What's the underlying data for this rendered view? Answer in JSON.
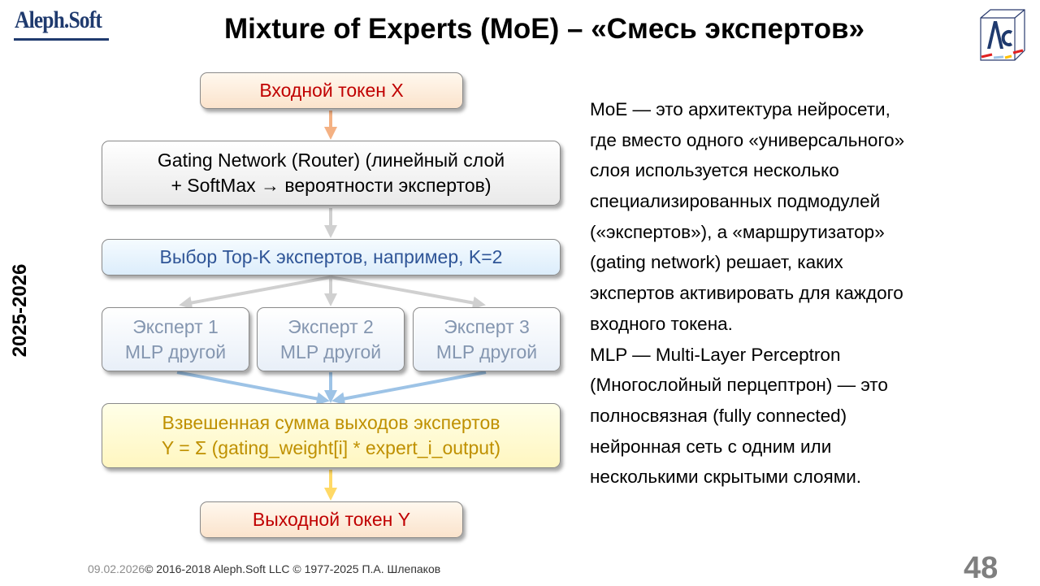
{
  "header": {
    "logo_text": "Aleph.Soft",
    "title": "Mixture of Experts (MoE) – «Смесь экспертов»",
    "corner_logo_text": "Ac"
  },
  "side_label": "2025-2026",
  "diagram": {
    "input": "Входной токен X",
    "gating_line1": "Gating Network (Router) (линейный слой",
    "gating_line2": "+ SoftMax → вероятности экспертов)",
    "topk": "Выбор Top-K экспертов, например, K=2",
    "experts": [
      {
        "name": "Эксперт 1",
        "type": "MLP другой"
      },
      {
        "name": "Эксперт 2",
        "type": "MLP другой"
      },
      {
        "name": "Эксперт 3",
        "type": "MLP другой"
      }
    ],
    "sum_line1": "Взвешенная сумма выходов экспертов",
    "sum_line2": "Y = Σ (gating_weight[i] * expert_i_output)",
    "output": "Выходной токен Y"
  },
  "description": [
    "MoE — это архитектура нейросети,",
    "где вместо одного «универсального»",
    "слоя используется несколько",
    "специализированных подмодулей",
    "(«экспертов»), а «маршрутизатор»",
    "(gating network) решает, каких",
    "экспертов активировать для каждого",
    "входного токена.",
    "MLP — Multi-Layer Perceptron",
    "(Многослойный перцептрон) — это",
    "полносвязная (fully connected)",
    "нейронная сеть с одним или",
    "несколькими скрытыми слоями."
  ],
  "footer": {
    "date": "09.02.2026",
    "copyright": "© 2016-2018 Aleph.Soft LLC © 1977-2025 П.А. Шлепаков"
  },
  "page_number": "48",
  "colors": {
    "brand": "#1f3a6e",
    "red": "#c00000",
    "blue": "#2f5597",
    "gold": "#bf9000",
    "arrow_orange": "#f4b183",
    "arrow_gray": "#d0d0d0",
    "arrow_blue": "#9dc3e6",
    "arrow_yellow": "#ffd966"
  }
}
